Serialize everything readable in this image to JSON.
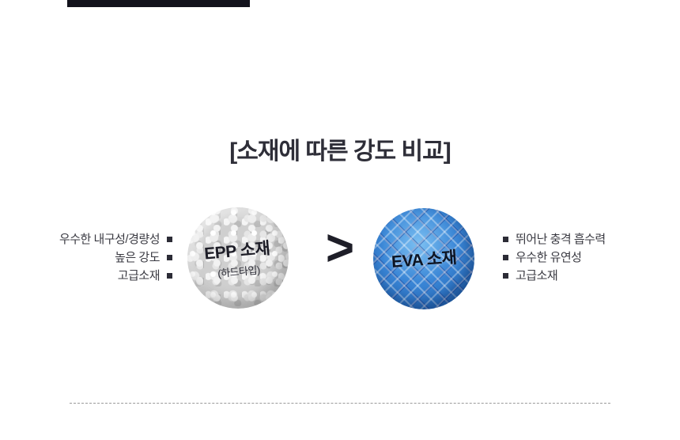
{
  "title": "[소재에 따른 강도 비교]",
  "comparison": {
    "operator": ">",
    "left": {
      "name": "EPP 소재",
      "subtitle": "(하드타입)",
      "features": [
        "우수한 내구성/경량성",
        "높은 강도",
        "고급소재"
      ]
    },
    "right": {
      "name": "EVA 소재",
      "features": [
        "뛰어난 충격 흡수력",
        "우수한 유연성",
        "고급소재"
      ]
    }
  },
  "colors": {
    "c-title": "#2e2e38",
    "c-text": "#3a3a42",
    "c-bullet": "#2c2c36",
    "c-operator": "#1e1e28",
    "c-eva-blue": "#3178c8"
  }
}
